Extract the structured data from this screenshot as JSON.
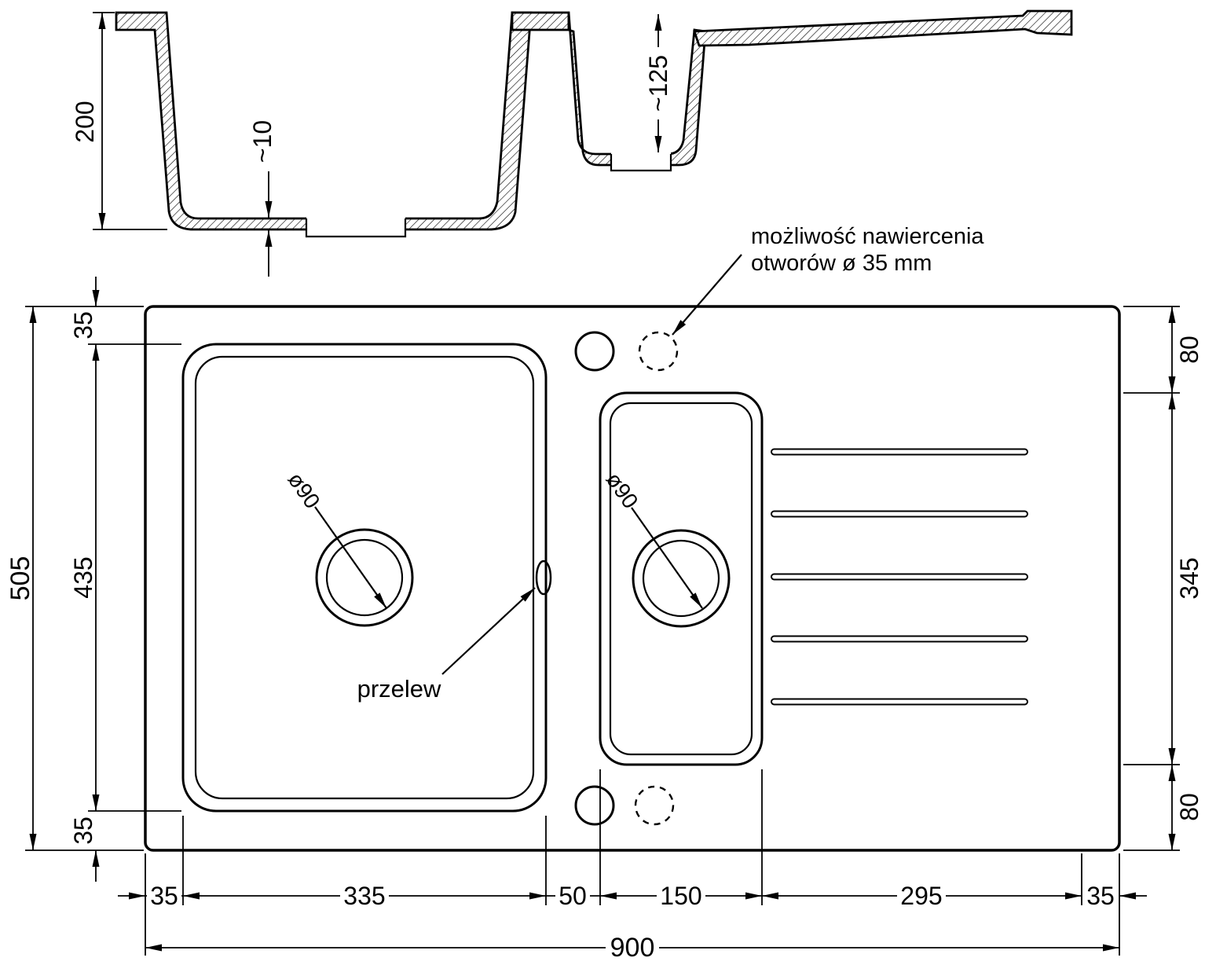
{
  "section": {
    "depth_total": "200",
    "bottom_thickness": "~10",
    "small_bowl_depth": "~125"
  },
  "plan": {
    "overall_width": "900",
    "overall_height": "505",
    "bottom_dims": [
      "35",
      "335",
      "50",
      "150",
      "295",
      "35"
    ],
    "left_dims": [
      "35",
      "435",
      "35"
    ],
    "right_dims": [
      "80",
      "345",
      "80"
    ],
    "main_drain_diameter": "ø90",
    "small_drain_diameter": "ø90",
    "overflow_label": "przelew"
  },
  "notes": {
    "drill_line1": "możliwość nawiercenia",
    "drill_line2": "otworów ø 35 mm"
  },
  "colors": {
    "ink": "#000000",
    "background": "#ffffff"
  }
}
